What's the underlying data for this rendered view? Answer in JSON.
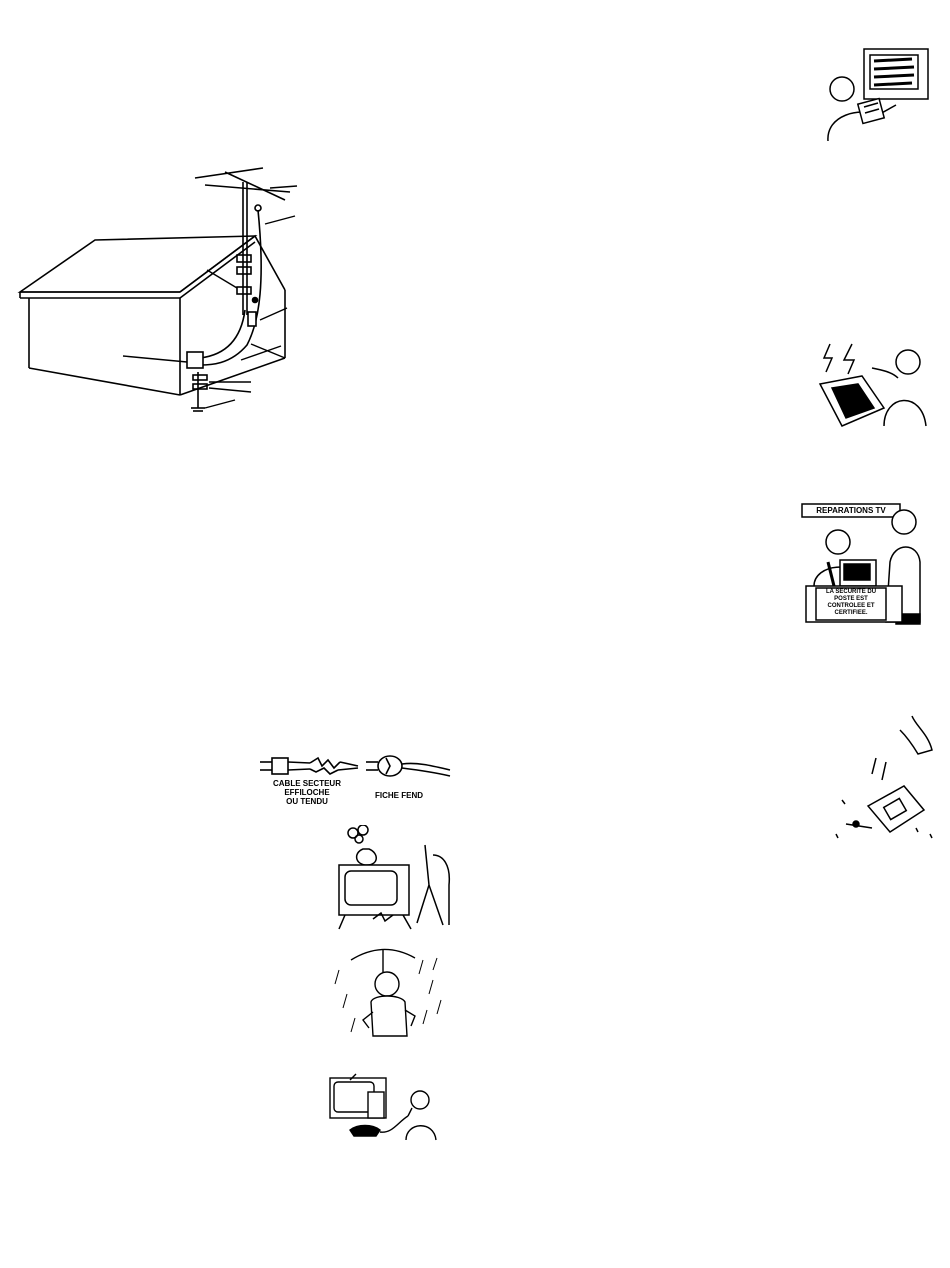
{
  "power_cord_figure": {
    "frayed_cord_label": [
      "CABLE SECTEUR",
      "EFFILOCHE",
      "OU TENDU"
    ],
    "cracked_plug_label": "FICHE FEND"
  },
  "repair_shop_figure": {
    "sign_text": "REPARATIONS TV",
    "certificate_text": [
      "LA SECURITE DU",
      "POSTE EST",
      "CONTROLEE ET",
      "CERTIFIEE."
    ]
  }
}
